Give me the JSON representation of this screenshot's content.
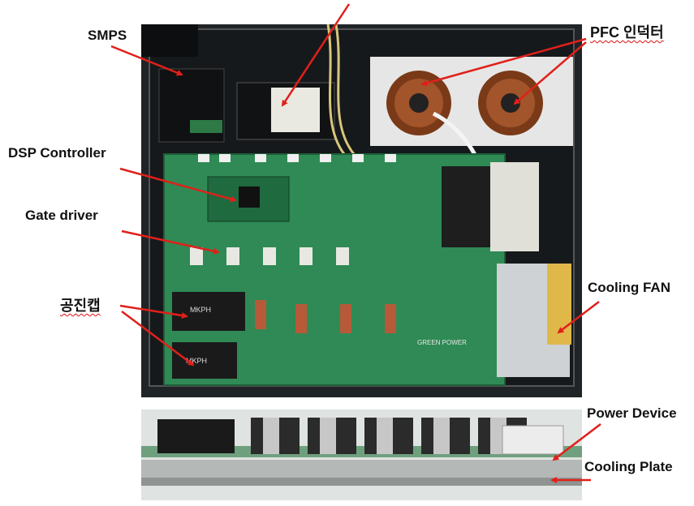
{
  "labels": {
    "smps": "SMPS",
    "pfc_inductor": "PFC 인덕터",
    "dsp_controller": "DSP Controller",
    "gate_driver": "Gate driver",
    "film_cap": "공진캡",
    "cooling_fan": "Cooling FAN",
    "power_device": "Power Device",
    "cooling_plate": "Cooling Plate"
  },
  "colors": {
    "arrow": "#e0201a",
    "pcb_green": "#2f8a55",
    "enclosure": "#23272a"
  },
  "photo_texts": {
    "film_cap_brand": "MKPH",
    "board_brand": "GREEN POWER"
  }
}
